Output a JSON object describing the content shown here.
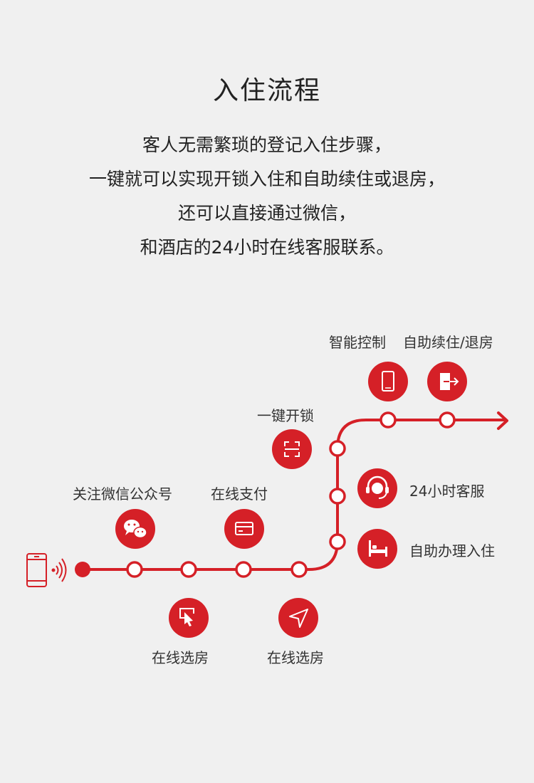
{
  "page": {
    "title": "入住流程",
    "intro_lines": [
      "客人无需繁琐的登记入住步骤，",
      "一键就可以实现开锁入住和自助续住或退房，",
      "还可以直接通过微信，",
      "和酒店的24小时在线客服联系。"
    ]
  },
  "steps": {
    "follow_wechat": "关注微信公众号",
    "pay_online": "在线支付",
    "one_key_unlock": "一键开锁",
    "smart_control": "智能控制",
    "self_renew_checkout": "自助续住/退房",
    "service_24h": "24小时客服",
    "self_checkin": "自助办理入住",
    "choose_room_1": "在线选房",
    "choose_room_2": "在线选房"
  },
  "colors": {
    "accent": "#d52027",
    "background": "#f0f0f0",
    "text": "#222222"
  }
}
